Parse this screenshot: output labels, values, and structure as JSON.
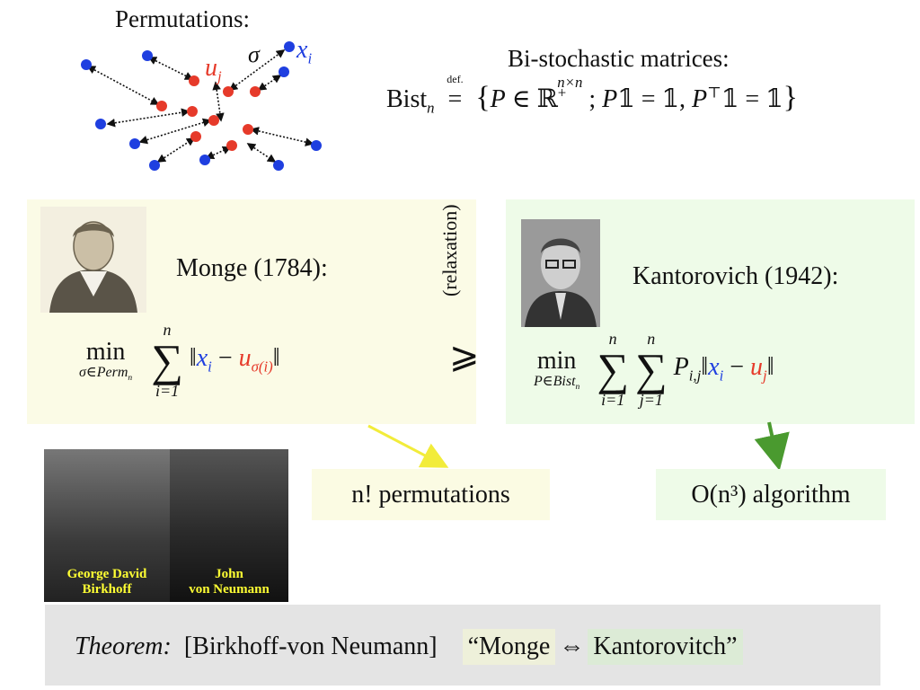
{
  "permutations": {
    "title": "Permutations:",
    "label_u": "u",
    "label_u_sub": "j",
    "label_sigma": "σ",
    "label_x": "x",
    "label_x_sub": "i",
    "colors": {
      "x_points": "#1f3fe0",
      "u_points": "#e63a2a"
    }
  },
  "bistochastic": {
    "title": "Bi-stochastic matrices:",
    "lhs": "Bist",
    "lhs_sub": "n",
    "def_label": "def."
  },
  "monge": {
    "title": "Monge (1784):",
    "min": "min",
    "min_sub": "σ∈Perm",
    "min_sub_n": "n",
    "sum_top": "n",
    "sum_bot": "i=1"
  },
  "relaxation": {
    "label": "(relaxation)",
    "symbol": "⩾"
  },
  "kantorovich": {
    "title": "Kantorovich (1942):",
    "min": "min",
    "min_sub": "P∈Bist",
    "min_sub_n": "n",
    "sum1_top": "n",
    "sum1_bot": "i=1",
    "sum2_top": "n",
    "sum2_bot": "j=1"
  },
  "complexity": {
    "monge_cost": "n! permutations",
    "kanto_cost": "O(n³) algorithm"
  },
  "photos": {
    "birkhoff_label_1": "George David",
    "birkhoff_label_2": "Birkhoff",
    "neumann_label_1": "John",
    "neumann_label_2": "von Neumann"
  },
  "theorem": {
    "label": "Theorem:",
    "name": "[Birkhoff-von Neumann]",
    "quote_open": "“Monge",
    "iff": "⇔",
    "quote_close": "Kantorovitch”"
  }
}
